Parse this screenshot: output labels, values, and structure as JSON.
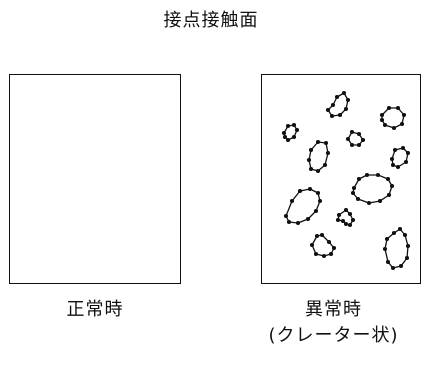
{
  "title": "接点接触面",
  "panels": {
    "normal": {
      "label": "正常時"
    },
    "abnormal": {
      "label_line1": "異常時",
      "label_line2": "(クレーター状)"
    }
  }
}
